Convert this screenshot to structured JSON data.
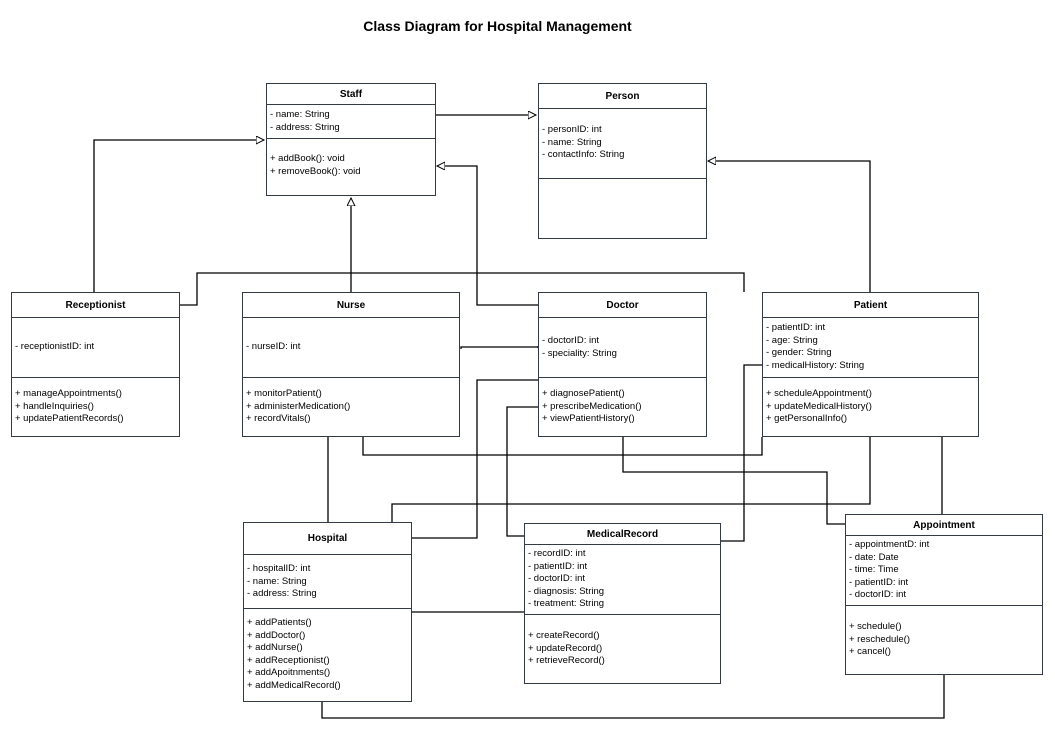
{
  "title": "Class Diagram for Hospital Management",
  "classes": {
    "staff": {
      "name": "Staff",
      "attributes": [
        "- name: String",
        "- address: String"
      ],
      "methods": [
        "+ addBook(): void",
        "+ removeBook(): void"
      ]
    },
    "person": {
      "name": "Person",
      "attributes": [
        "- personID: int",
        "- name: String",
        "- contactInfo: String"
      ],
      "methods": []
    },
    "receptionist": {
      "name": "Receptionist",
      "attributes": [
        "- receptionistID: int"
      ],
      "methods": [
        "+ manageAppointments()",
        "+ handleInquiries()",
        "+ updatePatientRecords()"
      ]
    },
    "nurse": {
      "name": "Nurse",
      "attributes": [
        "- nurseID: int"
      ],
      "methods": [
        "+ monitorPatient()",
        "+ administerMedication()",
        "+ recordVitals()"
      ]
    },
    "doctor": {
      "name": "Doctor",
      "attributes": [
        "- doctorID: int",
        "- speciality: String"
      ],
      "methods": [
        "+ diagnosePatient()",
        "+ prescribeMedication()",
        "+ viewPatientHistory()"
      ]
    },
    "patient": {
      "name": "Patient",
      "attributes": [
        "- patientID: int",
        "- age: String",
        "- gender: String",
        "- medicalHistory: String"
      ],
      "methods": [
        "+ scheduleAppointment()",
        "+ updateMedicalHistory()",
        "+ getPersonalInfo()"
      ]
    },
    "hospital": {
      "name": "Hospital",
      "attributes": [
        "- hospitalID: int",
        "- name: String",
        "- address: String"
      ],
      "methods": [
        "+ addPatients()",
        "+ addDoctor()",
        "+ addNurse()",
        "+ addReceptionist()",
        "+ addApoitnments()",
        "+ addMedicalRecord()"
      ]
    },
    "medicalrecord": {
      "name": "MedicalRecord",
      "attributes": [
        "- recordID: int",
        "- patientID: int",
        "- doctorID: int",
        "- diagnosis: String",
        "- treatment: String"
      ],
      "methods": [
        "+ createRecord()",
        "+ updateRecord()",
        "+ retrieveRecord()"
      ]
    },
    "appointment": {
      "name": "Appointment",
      "attributes": [
        "- appointmentD: int",
        "- date: Date",
        "- time: Time",
        "- patientID: int",
        "- doctorID: int"
      ],
      "methods": [
        "+ schedule()",
        "+ reschedule()",
        "+ cancel()"
      ]
    }
  },
  "colors": {
    "line": "#000000",
    "border": "#333a44"
  }
}
